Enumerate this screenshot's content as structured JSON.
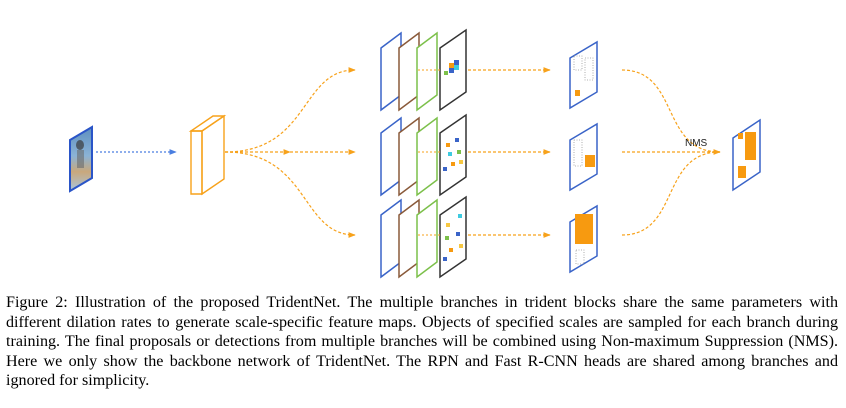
{
  "figure": {
    "nms_label": "NMS",
    "colors": {
      "input_border": "#2a55c8",
      "backbone_orange": "#f7a21b",
      "branch_blue": "#3a64c8",
      "branch_brown": "#8a5a3a",
      "branch_green": "#7cc04a",
      "box_orange": "#f79a10",
      "arrow_blue": "#4a7ee0",
      "arrow_orange": "#f7a21b"
    },
    "branches": [
      {
        "name": "branch-top"
      },
      {
        "name": "branch-middle"
      },
      {
        "name": "branch-bottom"
      }
    ]
  },
  "caption": {
    "label": "Figure 2:",
    "text": " Illustration of the proposed TridentNet. The multiple branches in trident blocks share the same parameters with different dilation rates to generate scale-specific feature maps. Objects of specified scales are sampled for each branch during training. The final proposals or detections from multiple branches will be combined using Non-maximum Suppression (NMS). Here we only show the backbone network of TridentNet. The RPN and Fast R-CNN heads are shared among branches and ignored for simplicity."
  }
}
